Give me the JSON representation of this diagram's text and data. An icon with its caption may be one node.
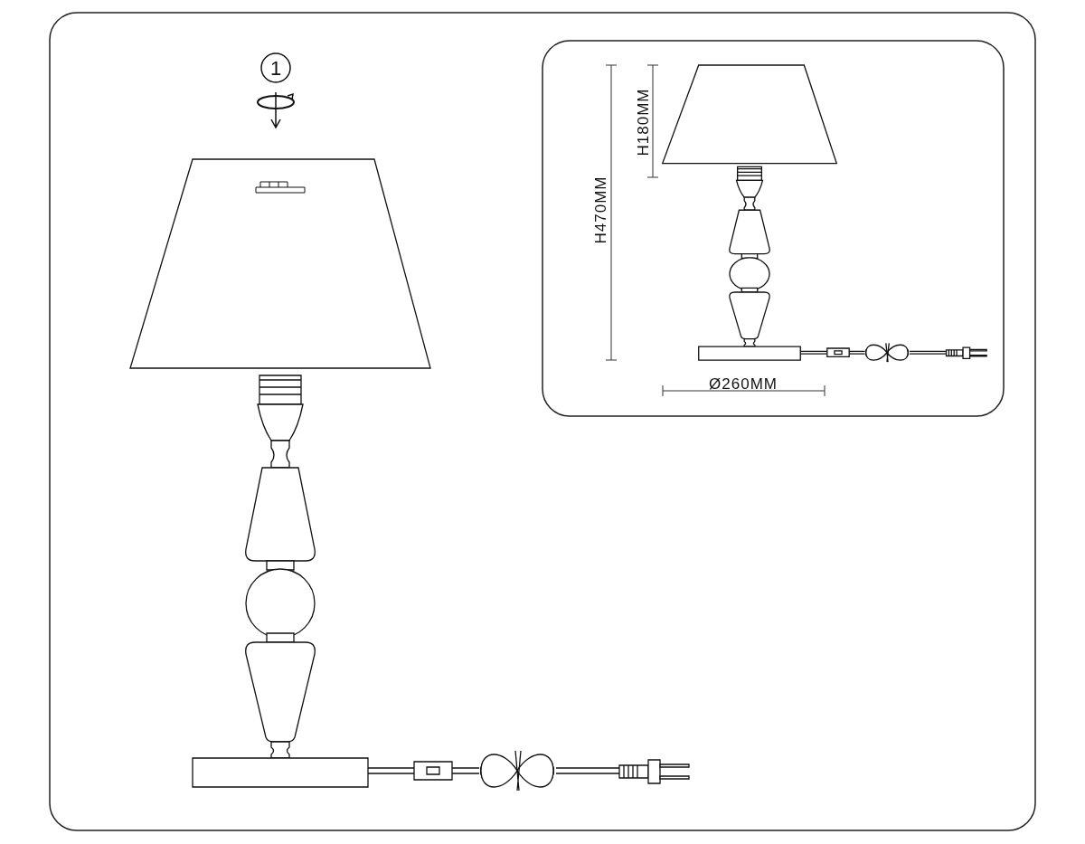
{
  "diagram": {
    "labels": [
      "1",
      "H180MM",
      "H470MM",
      "Ø260MM"
    ]
  }
}
